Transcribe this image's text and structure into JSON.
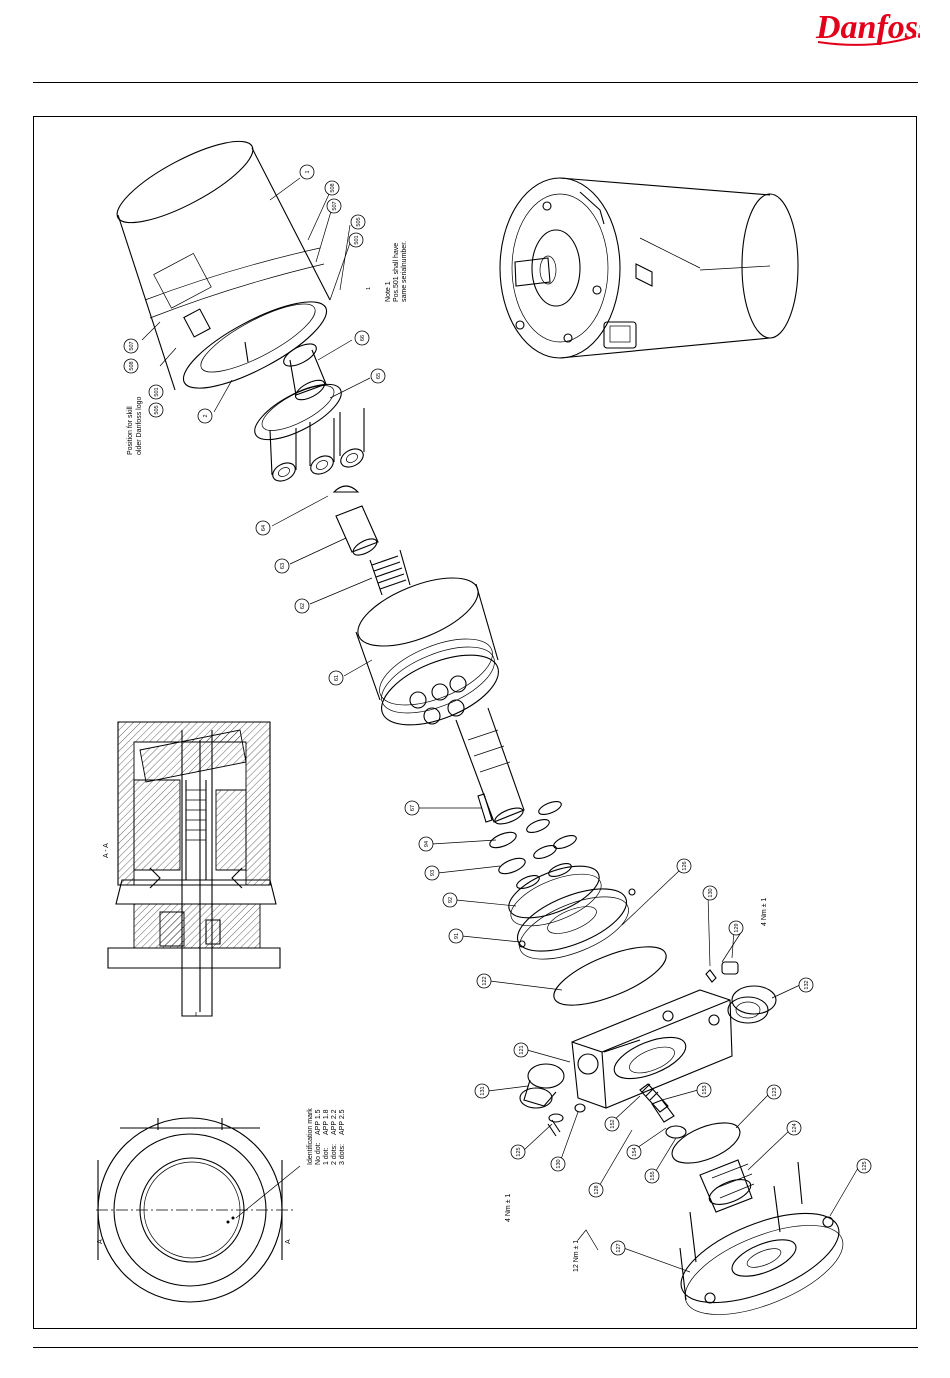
{
  "brand": {
    "logo_text": "Danfoss",
    "logo_color": "#e2001a"
  },
  "notes": {
    "logo_position_line1": "Position for skill",
    "logo_position_line2": "older Danfoss logo",
    "note1_title": "Note 1",
    "note1_line1": "Pos.501 shall have",
    "note1_line2": "same serialnumber.",
    "note1_marker": "1",
    "section_label": "A - A",
    "section_mark_left": "A",
    "section_mark_right": "A",
    "id_title": "Identification mark",
    "id_rows": [
      {
        "key": "No dot:",
        "value": "APP 1.5"
      },
      {
        "key": "1 dot:",
        "value": "APP 1.8"
      },
      {
        "key": "2 dots:",
        "value": "APP 2.2"
      },
      {
        "key": "3 dots:",
        "value": "APP 2.5"
      }
    ],
    "torque_4a": "4 Nm ± 1",
    "torque_4b": "4 Nm ± 1",
    "torque_12": "12 Nm ± 1"
  },
  "callouts": [
    {
      "label": "1"
    },
    {
      "label": "508"
    },
    {
      "label": "507"
    },
    {
      "label": "505"
    },
    {
      "label": "501"
    },
    {
      "label": "507"
    },
    {
      "label": "508"
    },
    {
      "label": "501"
    },
    {
      "label": "505"
    },
    {
      "label": "2"
    },
    {
      "label": "66"
    },
    {
      "label": "65"
    },
    {
      "label": "64"
    },
    {
      "label": "63"
    },
    {
      "label": "62"
    },
    {
      "label": "61"
    },
    {
      "label": "67"
    },
    {
      "label": "94"
    },
    {
      "label": "93"
    },
    {
      "label": "92"
    },
    {
      "label": "91"
    },
    {
      "label": "126"
    },
    {
      "label": "130"
    },
    {
      "label": "129"
    },
    {
      "label": "122"
    },
    {
      "label": "132"
    },
    {
      "label": "121"
    },
    {
      "label": "131"
    },
    {
      "label": "125"
    },
    {
      "label": "130"
    },
    {
      "label": "152"
    },
    {
      "label": "153"
    },
    {
      "label": "154"
    },
    {
      "label": "155"
    },
    {
      "label": "123"
    },
    {
      "label": "124"
    },
    {
      "label": "128"
    },
    {
      "label": "125"
    },
    {
      "label": "127"
    }
  ]
}
